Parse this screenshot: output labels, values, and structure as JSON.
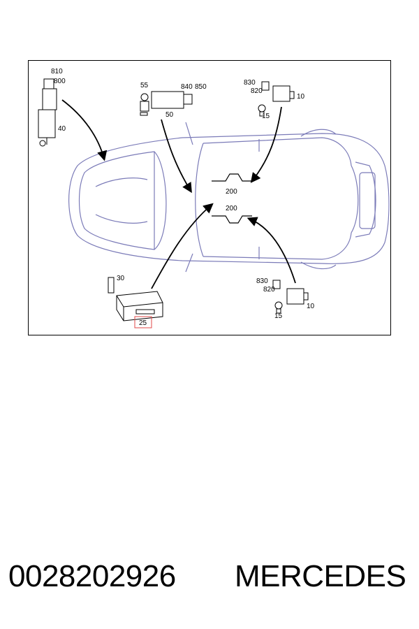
{
  "diagram": {
    "callouts": {
      "c810": "810",
      "c800": "800",
      "c40": "40",
      "c55": "55",
      "c840": "840",
      "c850": "850",
      "c50": "50",
      "c830_top": "830",
      "c820_top": "820",
      "c10_top": "10",
      "c15_top": "15",
      "c200_top": "200",
      "c200_bottom": "200",
      "c30": "30",
      "c25": "25",
      "c830_bottom": "830",
      "c820_bottom": "820",
      "c10_bottom": "10",
      "c15_bottom": "15"
    },
    "highlight_color": "#e24a4a",
    "line_color": "#7b7bb8"
  },
  "footer": {
    "part_number": "0028202926",
    "brand": "MERCEDES"
  }
}
